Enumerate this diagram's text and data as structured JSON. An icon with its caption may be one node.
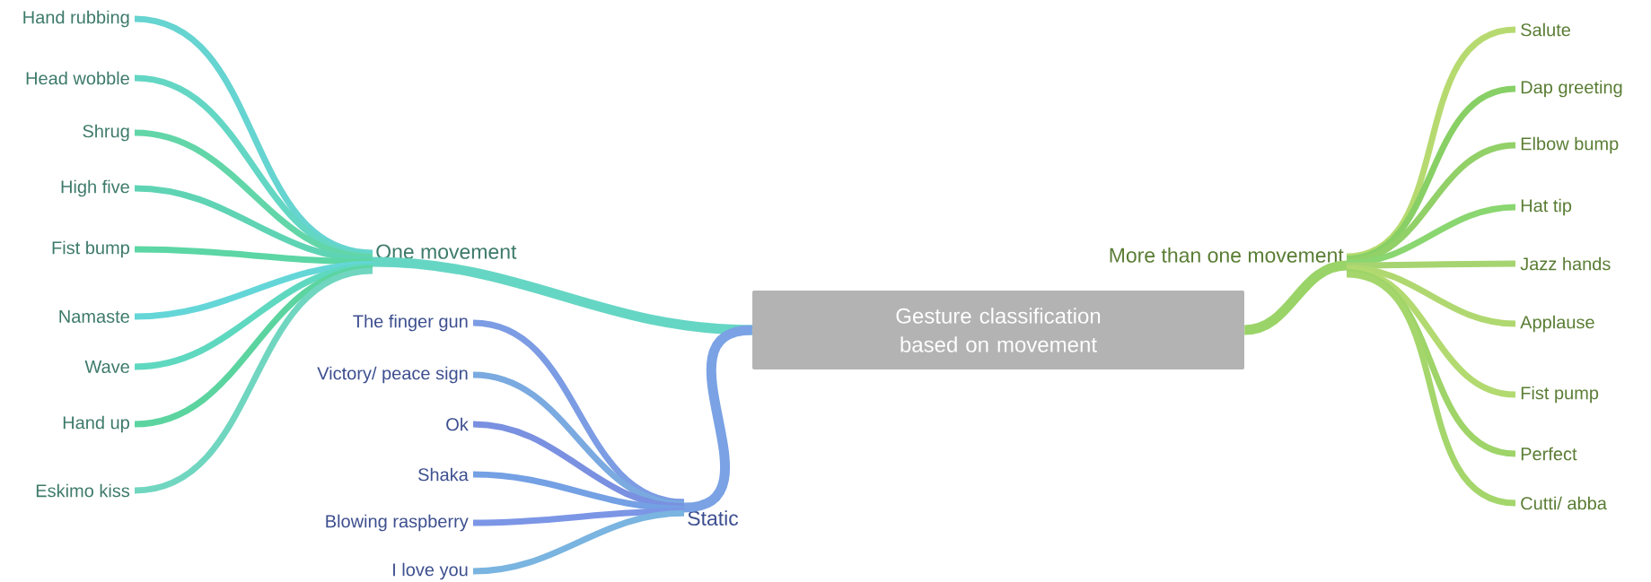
{
  "diagram": {
    "nodes": [
      {
        "text": [
          "Gesture classification based on movement"
        ]
      },
      {
        "text": [
          "One movement"
        ]
      },
      {
        "text": [
          "Hand rubbing"
        ]
      },
      {
        "text": [
          "Head wobble"
        ]
      },
      {
        "text": [
          "Shrug"
        ]
      },
      {
        "text": [
          "High five"
        ]
      },
      {
        "text": [
          "Fist bump"
        ]
      },
      {
        "text": [
          "Namaste"
        ]
      },
      {
        "text": [
          "Wave"
        ]
      },
      {
        "text": [
          "Hand up"
        ]
      },
      {
        "text": [
          "Eskimo kiss"
        ]
      },
      {
        "text": [
          "Static"
        ]
      },
      {
        "text": [
          "The finger gun"
        ]
      },
      {
        "text": [
          "Victory/ peace sign"
        ]
      },
      {
        "text": [
          "Ok"
        ]
      },
      {
        "text": [
          "Shaka"
        ]
      },
      {
        "text": [
          "Blowing raspberry"
        ]
      },
      {
        "text": [
          "I love you"
        ]
      },
      {
        "text": [
          "More than one movement"
        ]
      },
      {
        "text": [
          "Salute"
        ]
      },
      {
        "text": [
          "Dap greeting"
        ]
      },
      {
        "text": [
          "Elbow bump"
        ]
      },
      {
        "text": [
          "Hat tip"
        ]
      },
      {
        "text": [
          "Jazz hands"
        ]
      },
      {
        "text": [
          "Applause"
        ]
      },
      {
        "text": [
          "Fist pump"
        ]
      },
      {
        "text": [
          "Perfect"
        ]
      },
      {
        "text": [
          "Cutti/ abba"
        ]
      }
    ],
    "edges": [
      {
        "from": 0,
        "to": 1,
        "arrow": "none",
        "color": "#66d6c4"
      },
      {
        "from": 1,
        "to": 2,
        "arrow": "none",
        "color": "#66d4d0"
      },
      {
        "from": 1,
        "to": 3,
        "arrow": "none",
        "color": "#64d6c4"
      },
      {
        "from": 1,
        "to": 4,
        "arrow": "none",
        "color": "#62d6a8"
      },
      {
        "from": 1,
        "to": 5,
        "arrow": "none",
        "color": "#5fd4b4"
      },
      {
        "from": 1,
        "to": 6,
        "arrow": "none",
        "color": "#5cd6a4"
      },
      {
        "from": 1,
        "to": 7,
        "arrow": "none",
        "color": "#64d6d8"
      },
      {
        "from": 1,
        "to": 8,
        "arrow": "none",
        "color": "#5fd8c0"
      },
      {
        "from": 1,
        "to": 9,
        "arrow": "none",
        "color": "#5cd4a0"
      },
      {
        "from": 1,
        "to": 10,
        "arrow": "none",
        "color": "#70d6c0"
      },
      {
        "from": 0,
        "to": 11,
        "arrow": "none",
        "color": "#7aa2e4"
      },
      {
        "from": 11,
        "to": 12,
        "arrow": "none",
        "color": "#7c9ce4"
      },
      {
        "from": 11,
        "to": 13,
        "arrow": "none",
        "color": "#7aaae0"
      },
      {
        "from": 11,
        "to": 14,
        "arrow": "none",
        "color": "#7a90e0"
      },
      {
        "from": 11,
        "to": 15,
        "arrow": "none",
        "color": "#74a0e4"
      },
      {
        "from": 11,
        "to": 16,
        "arrow": "none",
        "color": "#7c96e6"
      },
      {
        "from": 11,
        "to": 17,
        "arrow": "none",
        "color": "#7ab4e0"
      },
      {
        "from": 0,
        "to": 18,
        "arrow": "none",
        "color": "#9ad468"
      },
      {
        "from": 18,
        "to": 19,
        "arrow": "none",
        "color": "#b6da70"
      },
      {
        "from": 18,
        "to": 20,
        "arrow": "none",
        "color": "#88d066"
      },
      {
        "from": 18,
        "to": 21,
        "arrow": "none",
        "color": "#92d068"
      },
      {
        "from": 18,
        "to": 22,
        "arrow": "none",
        "color": "#8ad670"
      },
      {
        "from": 18,
        "to": 23,
        "arrow": "none",
        "color": "#a6d470"
      },
      {
        "from": 18,
        "to": 24,
        "arrow": "none",
        "color": "#b0d870"
      },
      {
        "from": 18,
        "to": 25,
        "arrow": "none",
        "color": "#b2da70"
      },
      {
        "from": 18,
        "to": 26,
        "arrow": "none",
        "color": "#9ed468"
      },
      {
        "from": 18,
        "to": 27,
        "arrow": "none",
        "color": "#a4d66c"
      }
    ]
  }
}
